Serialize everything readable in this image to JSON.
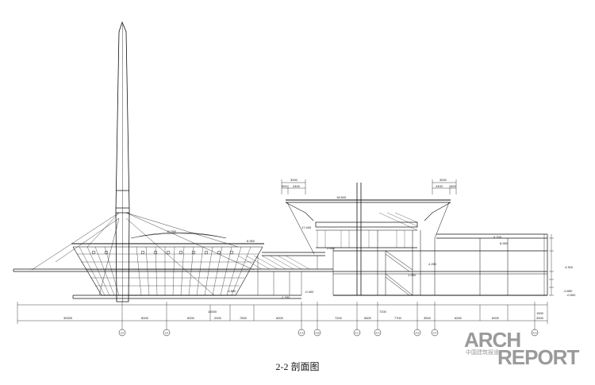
{
  "caption": "2-2 剖面图",
  "watermark": {
    "line1": "ARCH",
    "line2": "REPORT",
    "subtitle": "中国建筑报道"
  },
  "elevations": [
    "18.600",
    "17.400",
    "10.950",
    "8.950",
    "9.700",
    "8.950",
    "4.250",
    "2.600",
    "1.950",
    "4.300",
    "-0.800",
    "-0.850",
    "-0.500",
    "-0.400",
    "-1.200"
  ],
  "top_dims": [
    "3000",
    "900",
    "2400",
    "3000",
    "2400",
    "600"
  ],
  "bottom_dims": [
    "30000",
    "6000",
    "6000",
    "2000",
    "7500",
    "16000",
    "6000",
    "7200",
    "5600",
    "7700",
    "7200",
    "3500",
    "6000",
    "6000",
    "1500",
    "3000"
  ],
  "axes": [
    "1/A",
    "1/A",
    "A-A",
    "A-B",
    "A-C",
    "A-D",
    "A-E",
    "A-F",
    "A-G",
    "A-H"
  ]
}
